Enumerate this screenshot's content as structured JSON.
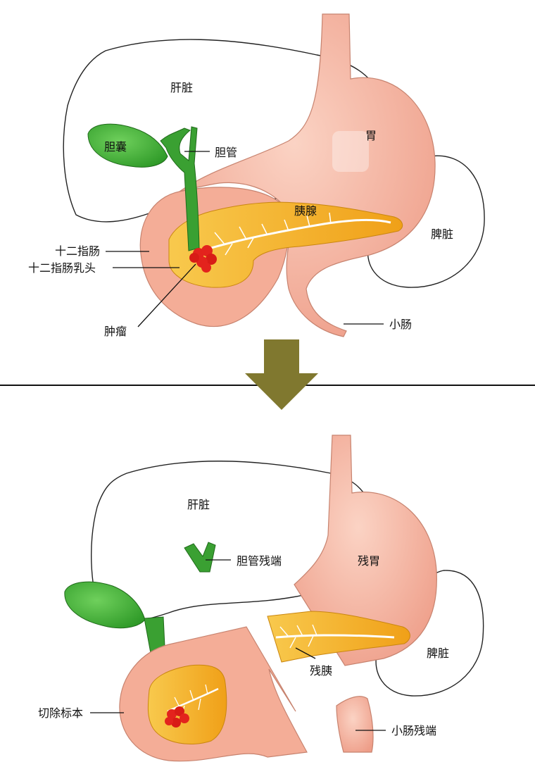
{
  "colors": {
    "stomach": "#f6b6a2",
    "stomach_shade": "#eb9a86",
    "gallbladder": "#46b43a",
    "bile_duct": "#3aa032",
    "pancreas": "#f2a417",
    "pancreas_light": "#f8c54a",
    "tumor": "#e3231d",
    "arrow": "#80782f",
    "outline": "#222222",
    "divider": "#111111"
  },
  "before": {
    "labels": {
      "liver": "肝脏",
      "gallbladder": "胆囊",
      "bile_duct": "胆管",
      "stomach": "胃",
      "pancreas": "胰腺",
      "spleen": "脾脏",
      "duodenum": "十二指肠",
      "papilla": "十二指肠乳头",
      "tumor": "肿瘤",
      "small_intestine": "小肠"
    }
  },
  "after": {
    "labels": {
      "liver": "肝脏",
      "bile_duct_stump": "胆管残端",
      "remnant_stomach": "残胃",
      "spleen": "脾脏",
      "remnant_pancreas": "残胰",
      "specimen": "切除标本",
      "small_intestine_stump": "小肠残端"
    }
  }
}
